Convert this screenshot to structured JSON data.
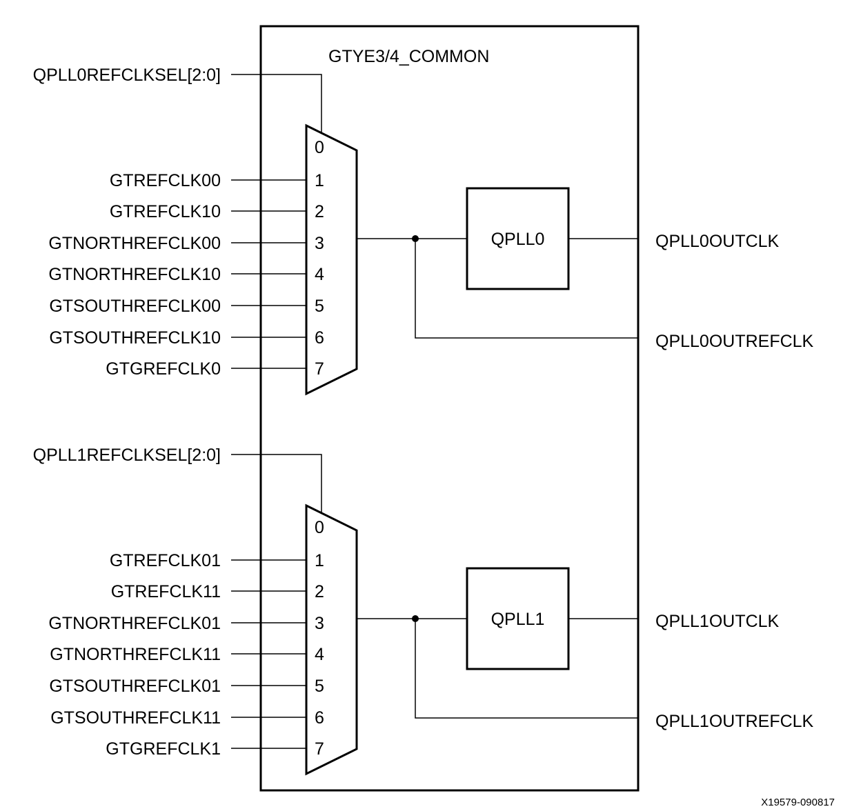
{
  "title": "GTYE3/4_COMMON",
  "figure_id": "X19579-090817",
  "colors": {
    "line": "#000000",
    "background": "#ffffff"
  },
  "sections": [
    {
      "select_label": "QPLL0REFCLKSEL[2:0]",
      "mux_ports": [
        "0",
        "1",
        "2",
        "3",
        "4",
        "5",
        "6",
        "7"
      ],
      "inputs": [
        "GTREFCLK00",
        "GTREFCLK10",
        "GTNORTHREFCLK00",
        "GTNORTHREFCLK10",
        "GTSOUTHREFCLK00",
        "GTSOUTHREFCLK10",
        "GTGREFCLK0"
      ],
      "pll_label": "QPLL0",
      "out_clk_label": "QPLL0OUTCLK",
      "out_refclk_label": "QPLL0OUTREFCLK"
    },
    {
      "select_label": "QPLL1REFCLKSEL[2:0]",
      "mux_ports": [
        "0",
        "1",
        "2",
        "3",
        "4",
        "5",
        "6",
        "7"
      ],
      "inputs": [
        "GTREFCLK01",
        "GTREFCLK11",
        "GTNORTHREFCLK01",
        "GTNORTHREFCLK11",
        "GTSOUTHREFCLK01",
        "GTSOUTHREFCLK11",
        "GTGREFCLK1"
      ],
      "pll_label": "QPLL1",
      "out_clk_label": "QPLL1OUTCLK",
      "out_refclk_label": "QPLL1OUTREFCLK"
    }
  ]
}
